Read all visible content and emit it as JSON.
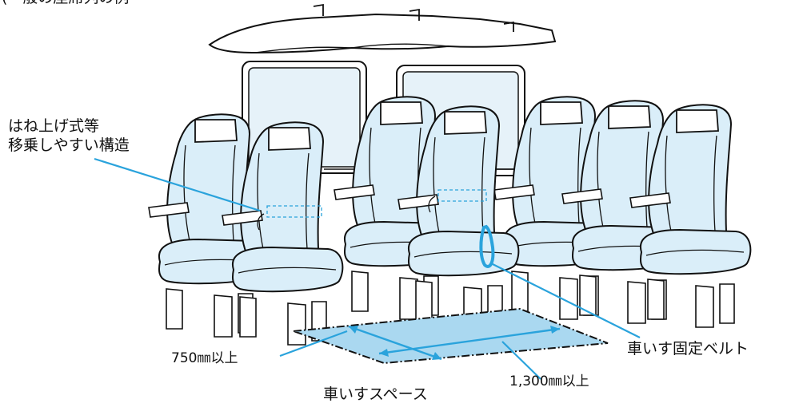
{
  "labels": {
    "top_partial": "(一般の座席列の例",
    "spring_line1": "はね上げ式等",
    "spring_line2": "移乗しやすい構造",
    "min_width": "750㎜以上",
    "min_length": "1,300㎜以上",
    "space": "車いすスペース",
    "belt": "車いす固定ベルト"
  },
  "colors": {
    "seat_fill": "#daeef9",
    "seat_shadow": "#b9dcee",
    "window_fill": "#e6f2f9",
    "floor_fill": "#aad8f0",
    "leader": "#2aa3dc",
    "outline": "#111111"
  }
}
